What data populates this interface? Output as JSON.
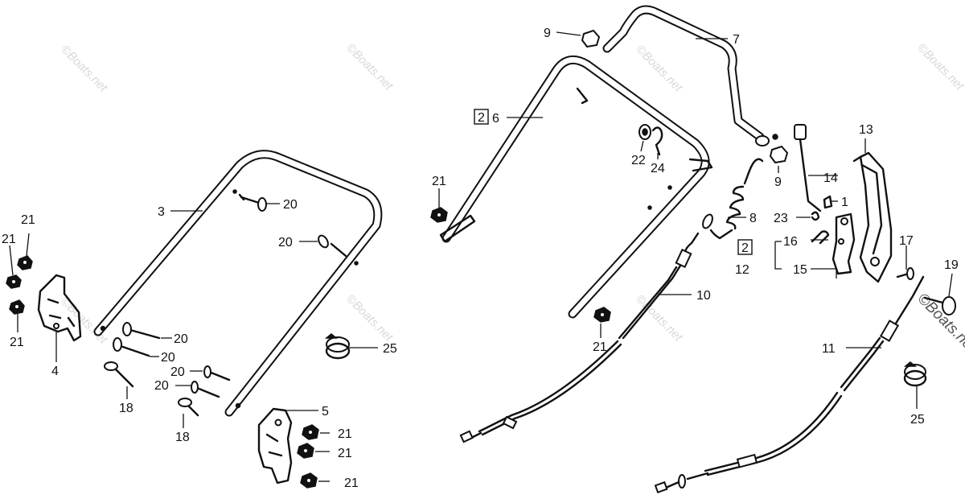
{
  "watermark": "©Boats.net",
  "callouts": [
    {
      "id": "c1",
      "text": "1"
    },
    {
      "id": "c3",
      "text": "3"
    },
    {
      "id": "c4",
      "text": "4"
    },
    {
      "id": "c5",
      "text": "5"
    },
    {
      "id": "c6",
      "text": "6",
      "boxed": "2"
    },
    {
      "id": "c7",
      "text": "7"
    },
    {
      "id": "c8",
      "text": "8"
    },
    {
      "id": "c9a",
      "text": "9"
    },
    {
      "id": "c9b",
      "text": "9"
    },
    {
      "id": "c10",
      "text": "10"
    },
    {
      "id": "c11",
      "text": "11"
    },
    {
      "id": "c12",
      "text": "12",
      "boxed": "2"
    },
    {
      "id": "c13",
      "text": "13"
    },
    {
      "id": "c14",
      "text": "14"
    },
    {
      "id": "c15",
      "text": "15"
    },
    {
      "id": "c16",
      "text": "16"
    },
    {
      "id": "c17",
      "text": "17"
    },
    {
      "id": "c18a",
      "text": "18"
    },
    {
      "id": "c18b",
      "text": "18"
    },
    {
      "id": "c19",
      "text": "19"
    },
    {
      "id": "c20a",
      "text": "20"
    },
    {
      "id": "c20b",
      "text": "20"
    },
    {
      "id": "c20c",
      "text": "20"
    },
    {
      "id": "c20d",
      "text": "20"
    },
    {
      "id": "c20e",
      "text": "20"
    },
    {
      "id": "c20f",
      "text": "20"
    },
    {
      "id": "c21a",
      "text": "21"
    },
    {
      "id": "c21b",
      "text": "21"
    },
    {
      "id": "c21c",
      "text": "21"
    },
    {
      "id": "c21d",
      "text": "21"
    },
    {
      "id": "c21e",
      "text": "21"
    },
    {
      "id": "c21f",
      "text": "21"
    },
    {
      "id": "c21g",
      "text": "21"
    },
    {
      "id": "c21h",
      "text": "21"
    },
    {
      "id": "c22",
      "text": "22"
    },
    {
      "id": "c23",
      "text": "23"
    },
    {
      "id": "c24",
      "text": "24"
    },
    {
      "id": "c25a",
      "text": "25"
    },
    {
      "id": "c25b",
      "text": "25"
    }
  ]
}
